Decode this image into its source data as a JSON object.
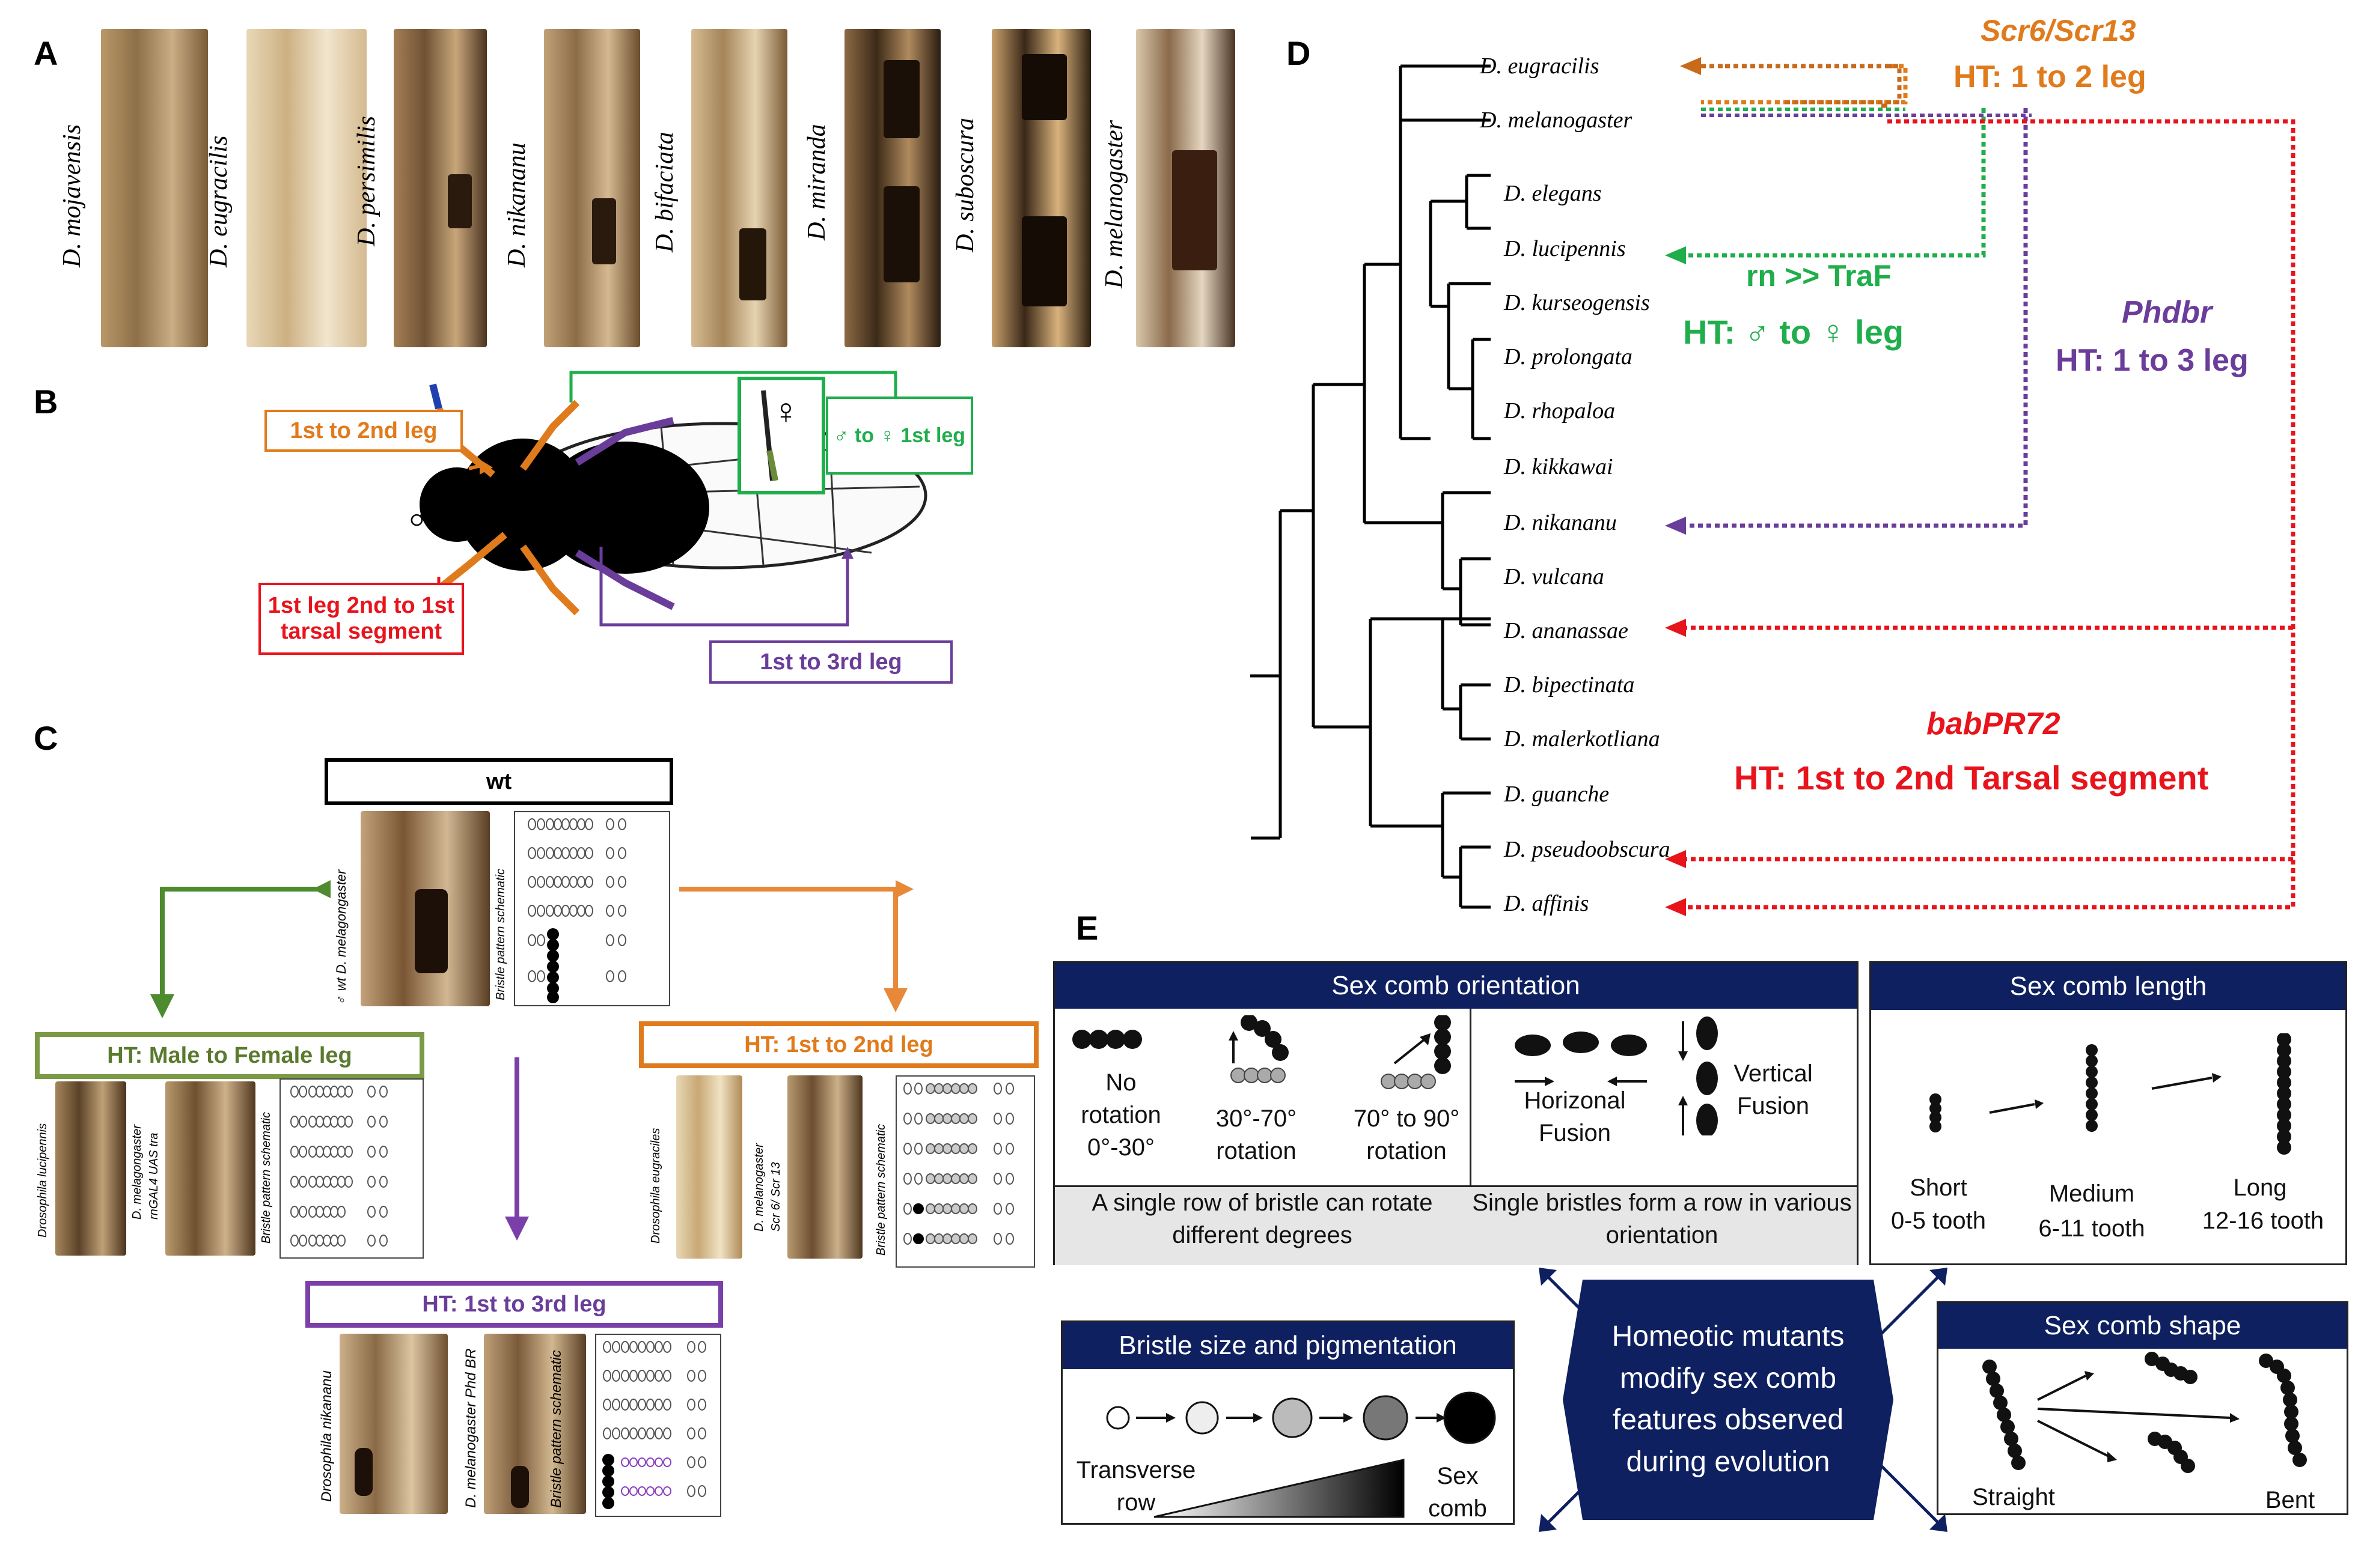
{
  "panels": {
    "a": "A",
    "b": "B",
    "c": "C",
    "d": "D",
    "e": "E"
  },
  "panel_a": {
    "species": [
      "D. mojavensis",
      "D. eugracilis",
      "D. persimilis",
      "D. nikananu",
      "D. bifaciata",
      "D. miranda",
      "D. suboscura",
      "D. melanogaster"
    ]
  },
  "panel_b": {
    "first_to_second": "1st to 2nd leg",
    "male_to_female": "♂ to ♀ 1st leg",
    "tarsal_line1": "1st leg 2nd to 1st",
    "tarsal_line2": "tarsal segment",
    "first_to_third": "1st to 3rd leg",
    "male_symbol": "♂",
    "female_symbol": "♀"
  },
  "panel_c": {
    "wt_title": "wt",
    "wt_species": "♂ wt  D. melagongaster",
    "schematic_label": "Bristle pattern schematic",
    "ht_male_female": "HT: Male to Female leg",
    "ht_male_female_sp1": "Drosophila lucipennis",
    "ht_male_female_sp2": "D. melagongaster",
    "ht_male_female_sp2b": "rnGAL4 UAS tra",
    "ht_1_2": "HT: 1st to 2nd leg",
    "ht_1_2_sp1": "Drosophila eugraciles",
    "ht_1_2_sp2": "D. melanogaster",
    "ht_1_2_sp2b": "Scr 6/ Scr 13",
    "ht_1_3": "HT: 1st to 3rd leg",
    "ht_1_3_sp1": "Drosophila nikananu",
    "ht_1_3_sp2": "D. melanogaster Phd BR"
  },
  "panel_d": {
    "taxa": [
      "D. eugracilis",
      "D. melanogaster",
      "D. elegans",
      "D. lucipennis",
      "D. kurseogensis",
      "D. prolongata",
      "D. rhopaloa",
      "D. kikkawai",
      "D. nikananu",
      "D. vulcana",
      "D. ananassae",
      "D. bipectinata",
      "D. malerkotliana",
      "D. guanche",
      "D. pseudoobscura",
      "D. affinis"
    ],
    "scr_label": "Scr6/Scr13",
    "scr_ht": "HT: 1 to 2 leg",
    "rn_label": "rn >> TraF",
    "rn_ht": "HT: ♂ to ♀ leg",
    "phd_label": "Phdbr",
    "phd_ht": "HT: 1 to 3 leg",
    "bab_label": "babPR72",
    "bab_ht": "HT: 1st to 2nd Tarsal segment",
    "colors": {
      "orange": "#e07b1d",
      "green": "#1fae4b",
      "purple": "#6a3d9a",
      "red": "#e8141c"
    }
  },
  "panel_e": {
    "orientation_title": "Sex comb orientation",
    "no_rotation": "No rotation 0°-30°",
    "rot_30_70": "30°-70° rotation",
    "rot_70_90": "70° to 90° rotation",
    "horizontal": "Horizonal Fusion",
    "vertical": "Vertical Fusion",
    "single_row_rotate": "A single row of bristle can rotate different degrees",
    "single_bristles_row": "Single bristles form a row in various orientation",
    "length_title": "Sex comb length",
    "short": "Short",
    "short_n": "0-5 tooth",
    "medium": "Medium",
    "medium_n": "6-11 tooth",
    "long": "Long",
    "long_n": "12-16 tooth",
    "center": "Homeotic mutants modify sex comb features observed during evolution",
    "size_title": "Bristle size and pigmentation",
    "transverse": "Transverse row",
    "sexcomb": "Sex comb",
    "shape_title": "Sex comb shape",
    "straight": "Straight",
    "bent": "Bent"
  }
}
